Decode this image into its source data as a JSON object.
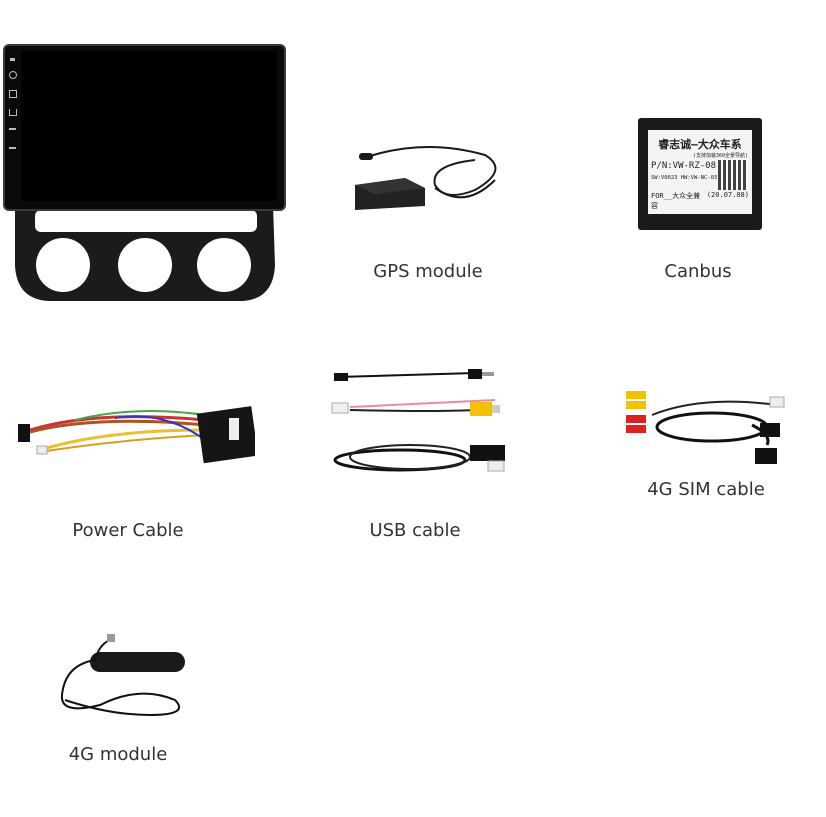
{
  "items": [
    {
      "id": "head-unit",
      "label": ""
    },
    {
      "id": "gps",
      "label": "GPS module"
    },
    {
      "id": "canbus",
      "label": "Canbus"
    },
    {
      "id": "power",
      "label": "Power Cable"
    },
    {
      "id": "usb",
      "label": "USB cable"
    },
    {
      "id": "sim",
      "label": "4G SIM cable"
    },
    {
      "id": "module4g",
      "label": "4G module"
    }
  ],
  "canbus_box": {
    "line1": "睿志诚—大众车系",
    "line1_sub": "(支持加装360全景导航)",
    "pn": "P/N:VW-RZ-08",
    "sw": "SW:V0023  HW:VW-NC-03",
    "for": "FOR__大众全兼容",
    "date": "(20.07.08)"
  },
  "head_unit_side_icons": [
    "mic-icon",
    "power-icon",
    "home-icon",
    "back-icon",
    "volume-up-icon",
    "volume-down-icon"
  ],
  "colors": {
    "label": "#333333",
    "device": "#111111",
    "background": "#ffffff"
  }
}
